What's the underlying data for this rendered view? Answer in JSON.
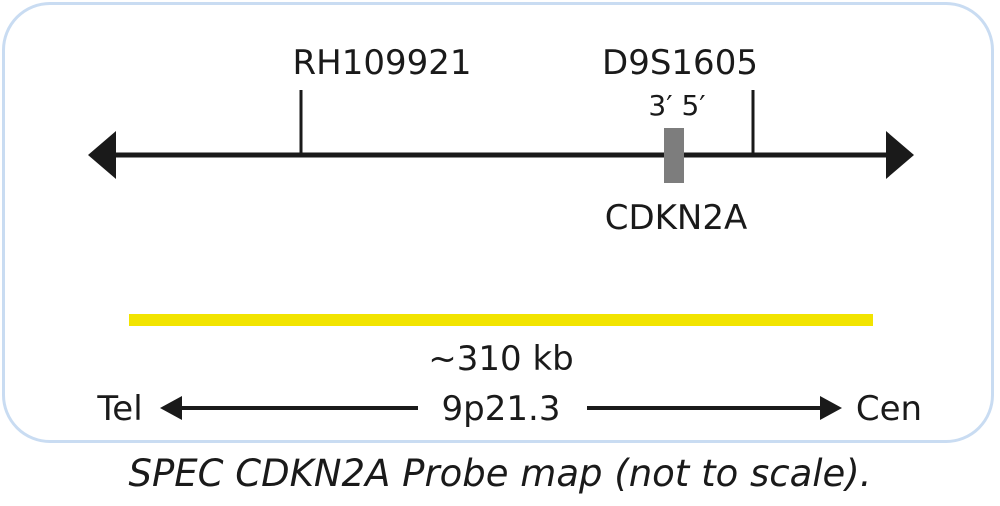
{
  "colors": {
    "frame_border": "#c9dcf2",
    "line": "#1a1a1a",
    "gene_box": "#7d7d7d",
    "probe_bar": "#f2e400"
  },
  "markers": {
    "left": "RH109921",
    "right": "D9S1605"
  },
  "gene": {
    "name": "CDKN2A",
    "orientation": "3′ 5′"
  },
  "probe": {
    "size_label": "~310 kb"
  },
  "orientation_axis": {
    "left_label": "Tel",
    "band": "9p21.3",
    "right_label": "Cen"
  },
  "caption": "SPEC CDKN2A Probe map (not to scale)."
}
